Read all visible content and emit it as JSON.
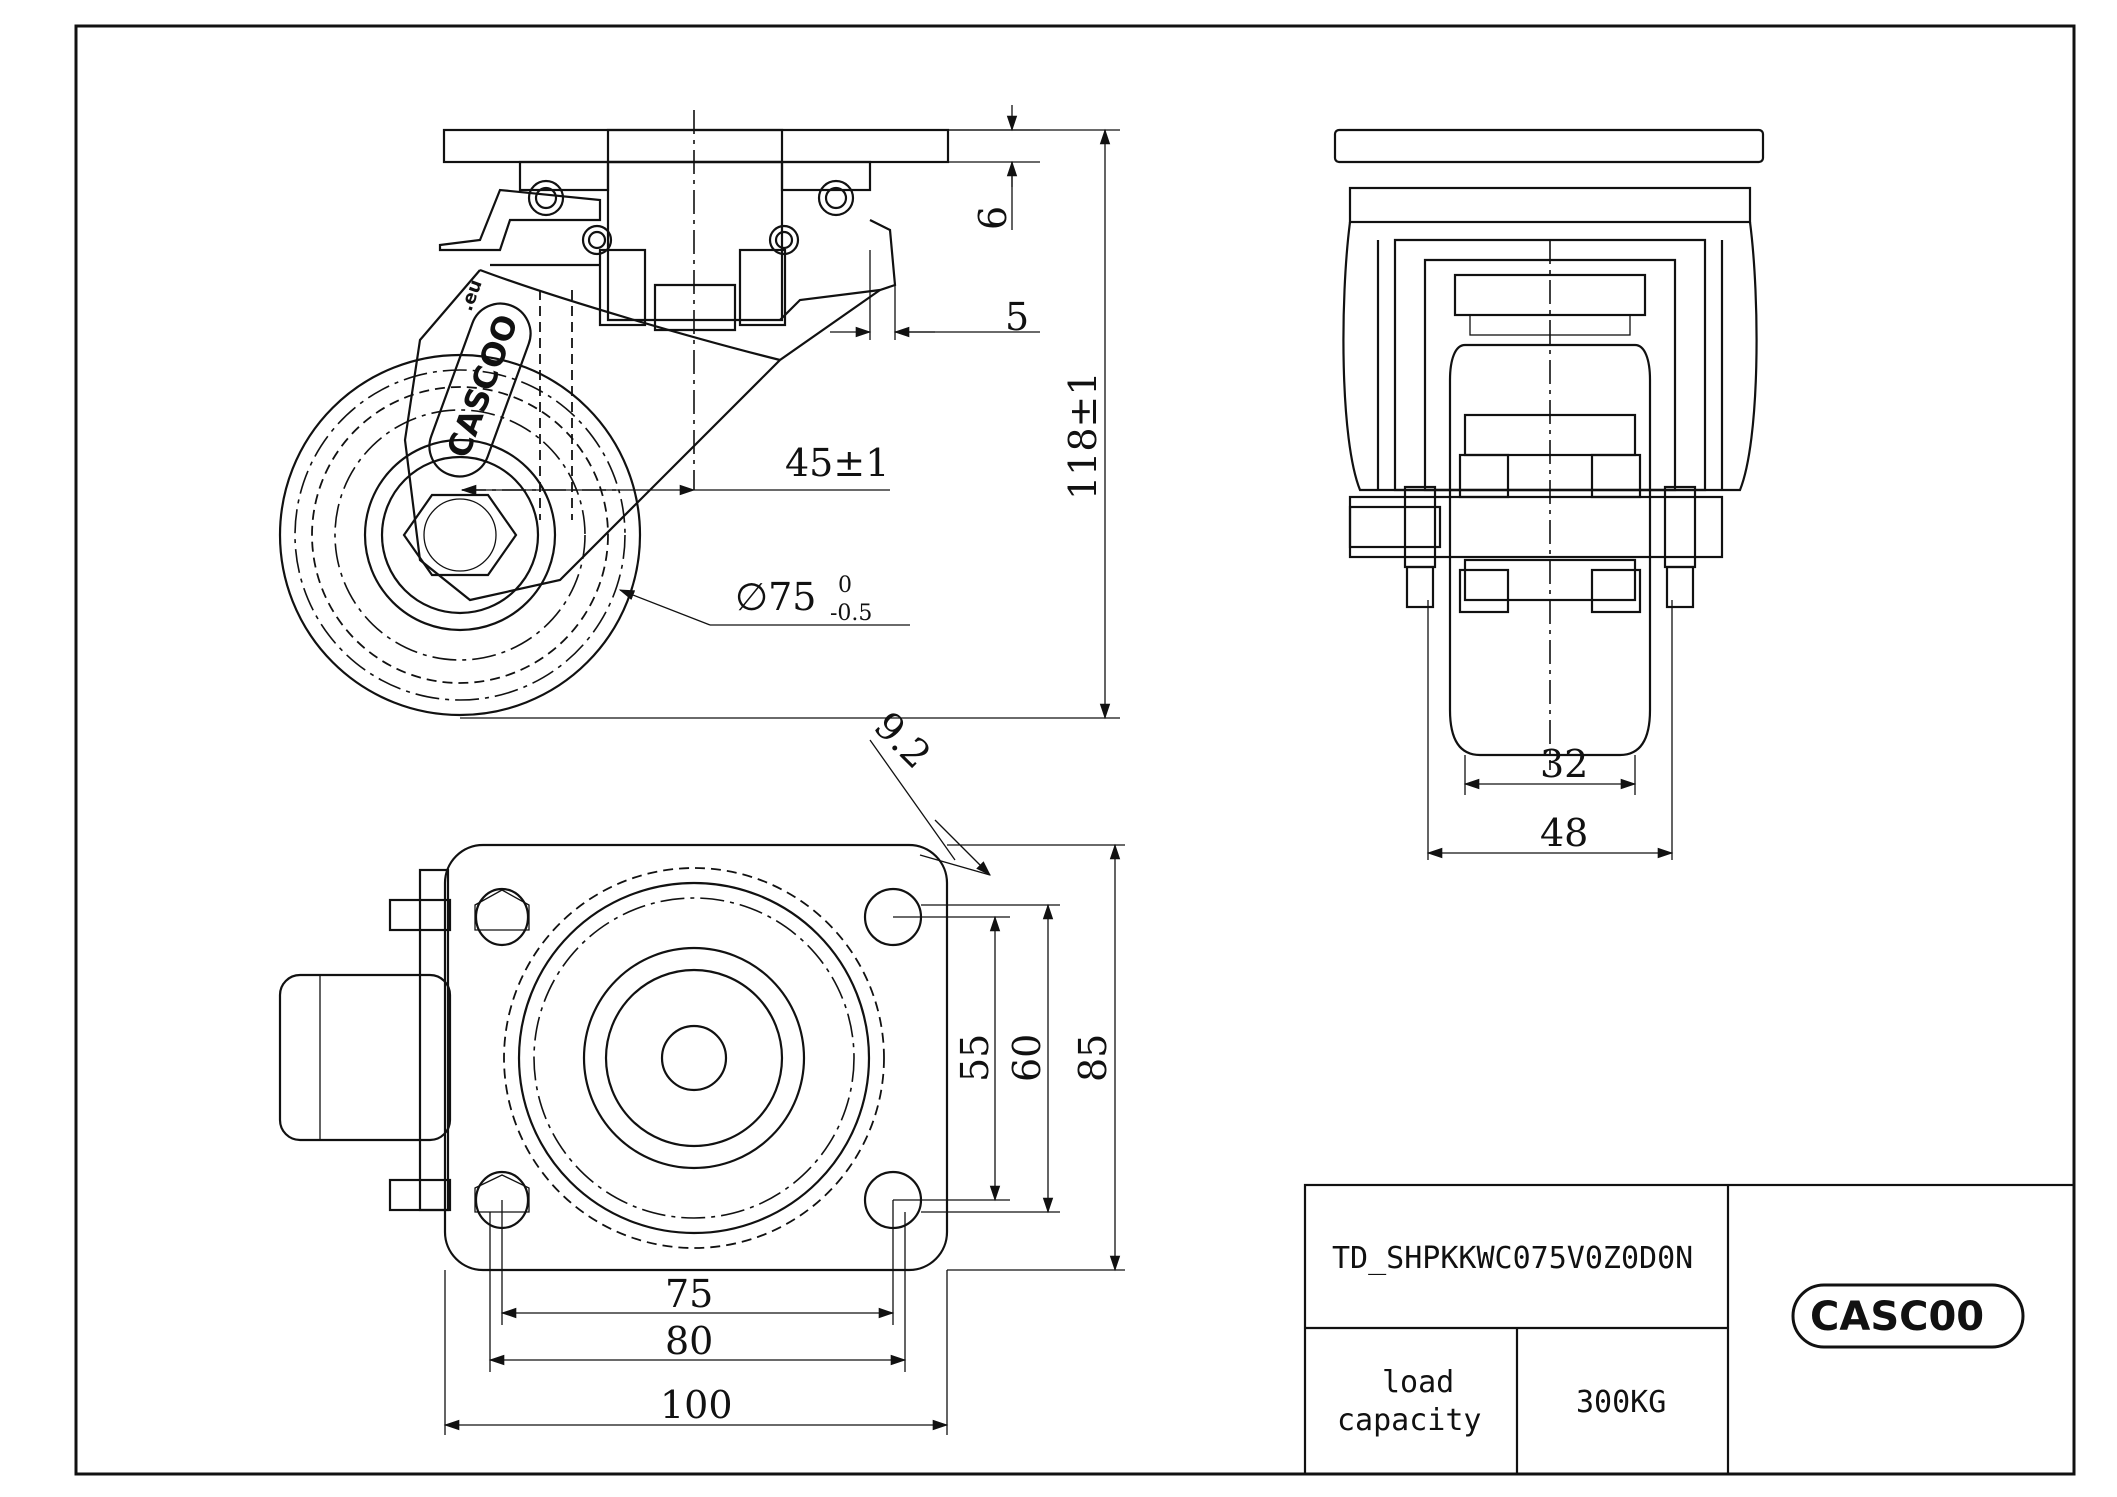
{
  "title_block": {
    "part_number": "TD_SHPKKWC075V0Z0D0N",
    "load_label_line1": "load",
    "load_label_line2": "capacity",
    "load_value": "300KG",
    "logo_text": "CASC00"
  },
  "dimensions": {
    "plate_gap": "6",
    "offset": "5",
    "swivel_offset": "45±1",
    "overall_height": "118±1",
    "wheel_diameter": "∅75",
    "wheel_tol_upper": "0",
    "wheel_tol_lower": "-0.5",
    "slot_width": "9.2",
    "hole_span_short_a": "55",
    "hole_span_short_b": "60",
    "plate_height": "85",
    "hole_span_long_a": "75",
    "hole_span_long_b": "80",
    "plate_width": "100",
    "tread_width": "32",
    "wheel_width": "48"
  },
  "wheel_logo": {
    "text": "CASCOO",
    "suffix": ".eu"
  }
}
